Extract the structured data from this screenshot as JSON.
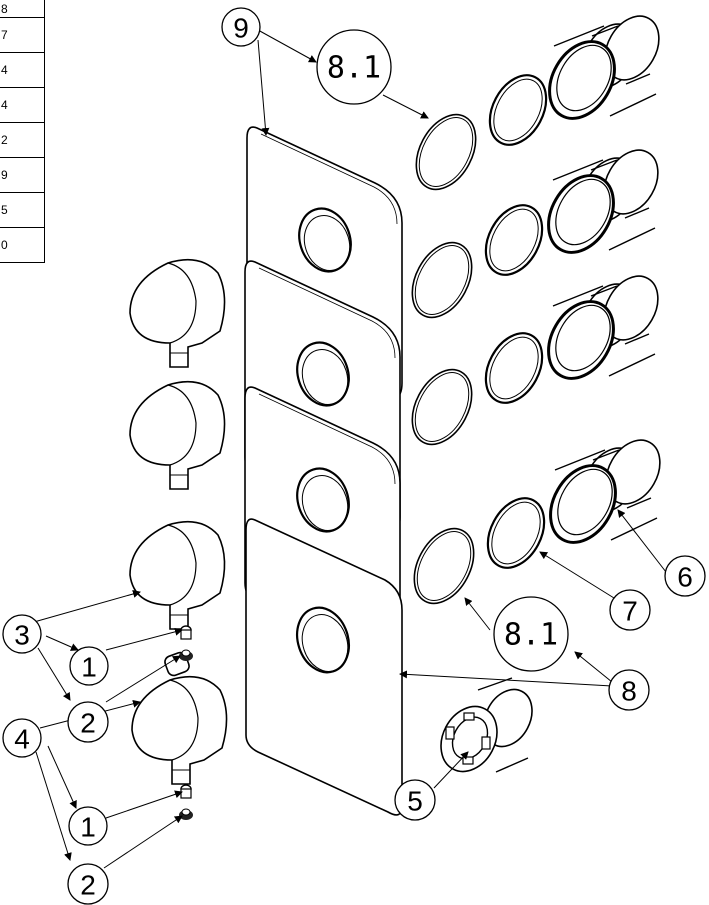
{
  "parts_table": [
    "8",
    "7",
    "4",
    "4",
    "2",
    "9",
    "5",
    "0"
  ],
  "callouts": {
    "c9": "9",
    "c81_top": "8.1",
    "c6": "6",
    "c7": "7",
    "c81_bottom": "8.1",
    "c8": "8",
    "c5": "5",
    "c3": "3",
    "c1_a": "1",
    "c2_a": "2",
    "c4": "4",
    "c1_b": "1",
    "c2_b": "2"
  }
}
